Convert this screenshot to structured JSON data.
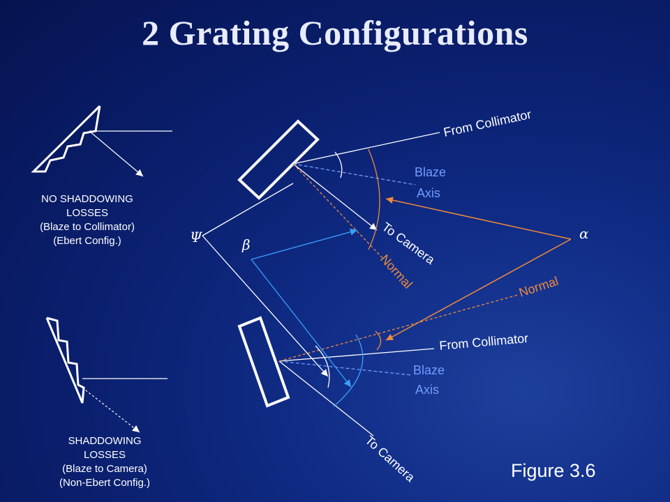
{
  "title": "2 Grating Configurations",
  "top_config": {
    "caption": [
      "NO SHADDOWING",
      "LOSSES",
      "(Blaze to Collimator)",
      "(Ebert Config.)"
    ]
  },
  "bottom_config": {
    "caption": [
      "SHADDOWING",
      "LOSSES",
      "(Blaze to Camera)",
      "(Non-Ebert Config.)"
    ]
  },
  "labels": {
    "from_collimator_top": "From Collimator",
    "blaze_axis_top": [
      "Blaze",
      "Axis"
    ],
    "to_camera_top": "To Camera",
    "normal_top": "Normal",
    "from_collimator_bottom": "From Collimator",
    "blaze_axis_bottom": [
      "Blaze",
      "Axis"
    ],
    "to_camera_bottom": "To Camera",
    "normal_bottom": "Normal",
    "psi": "Ψ",
    "beta": "β",
    "alpha": "α"
  },
  "figure_label": "Figure 3.6",
  "colors": {
    "background": "#0a1f6e",
    "line": "#ffffff",
    "blaze": "#6f9cff",
    "normal": "#f08a3c",
    "beta_line": "#3aa0ff"
  }
}
